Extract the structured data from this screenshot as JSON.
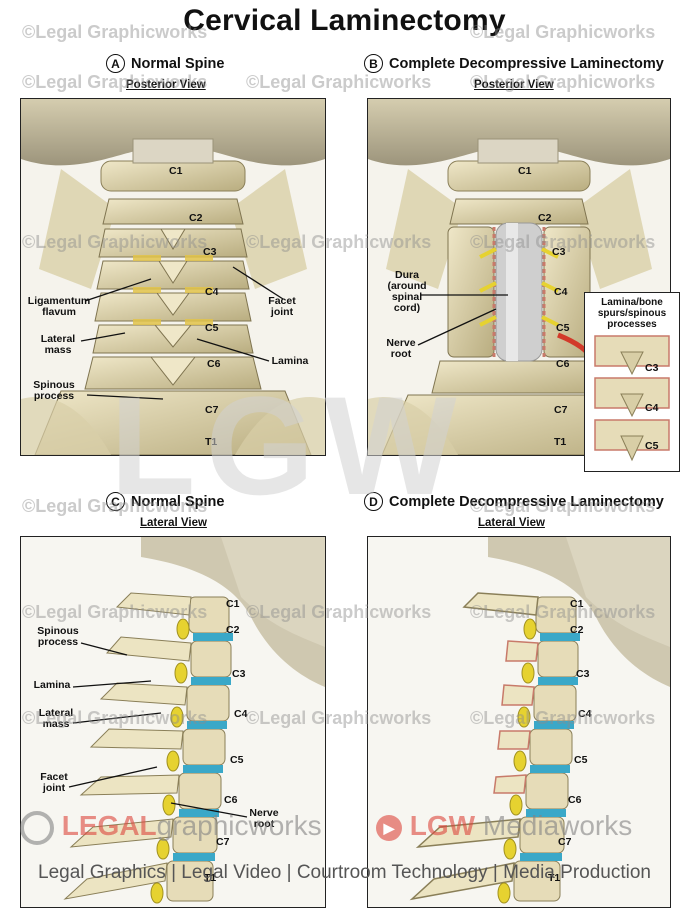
{
  "title": "Cervical Laminectomy",
  "panels": {
    "a": {
      "letter": "A",
      "heading": "Normal Spine",
      "view": "Posterior View"
    },
    "b": {
      "letter": "B",
      "heading": "Complete Decompressive Laminectomy",
      "view": "Posterior View"
    },
    "c": {
      "letter": "C",
      "heading": "Normal Spine",
      "view": "Lateral View"
    },
    "d": {
      "letter": "D",
      "heading": "Complete Decompressive Laminectomy",
      "view": "Lateral View"
    }
  },
  "labels_a": {
    "ligamentum": "Ligamentum flavum",
    "facet": "Facet joint",
    "lateral": "Lateral mass",
    "lamina": "Lamina",
    "spinous": "Spinous process"
  },
  "labels_b": {
    "dura": "Dura (around spinal cord)",
    "nerve": "Nerve root",
    "inset_title": "Lamina/bone spurs/spinous processes"
  },
  "labels_c": {
    "spinous": "Spinous process",
    "lamina": "Lamina",
    "lateral": "Lateral mass",
    "facet": "Facet joint",
    "nerve": "Nerve root"
  },
  "vertebrae": [
    "C1",
    "C2",
    "C3",
    "C4",
    "C5",
    "C6",
    "C7",
    "T1"
  ],
  "inset_levels": [
    "C3",
    "C4",
    "C5"
  ],
  "watermark": "©Legal Graphicworks",
  "bottom_left_logo": {
    "strong": "LEGAL",
    "rest": "graphicworks"
  },
  "bottom_right_logo": {
    "strong": "LGW",
    "rest": "Mediaworks"
  },
  "footer": "Legal Graphics | Legal Video | Courtroom Technology | Media Production",
  "big_watermark": "LGW",
  "colors": {
    "bone": "#e6dcb8",
    "bone_dark": "#b6a97c",
    "disc": "#3aa8c8",
    "nerve": "#e6d230",
    "dura": "#cfcfcf",
    "cut": "#c87a6a",
    "arrow": "#d23a2a"
  }
}
